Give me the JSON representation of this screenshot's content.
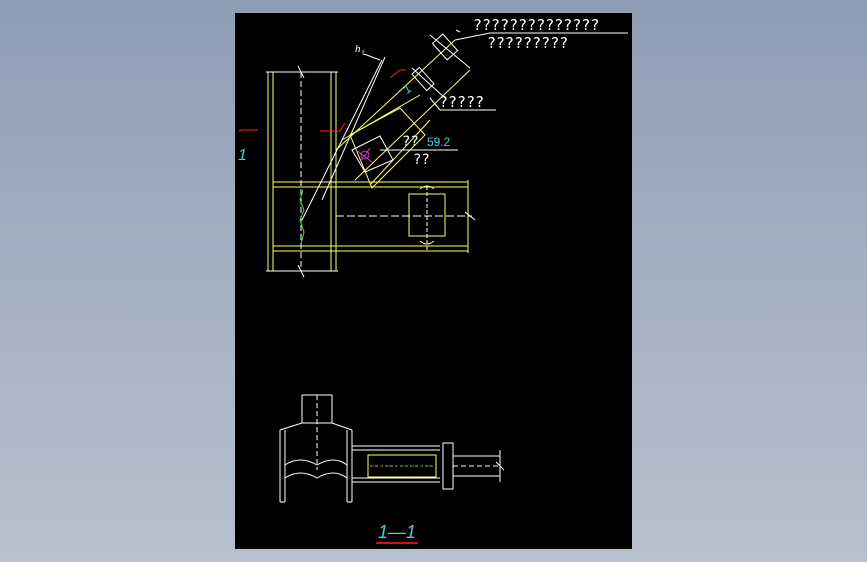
{
  "viewer": {
    "background_gradient": [
      "#8d9db4",
      "#b7c0ce"
    ],
    "sheet_color": "#000000"
  },
  "colors": {
    "yellow": "#ffff66",
    "white": "#ffffff",
    "red": "#ff2020",
    "cyan": "#3fd0e0",
    "magenta": "#d040d0",
    "green": "#40e040"
  },
  "annotations": {
    "top_note_line1": "??????????????",
    "top_note_line2": "?????????",
    "bolt_note": "?????",
    "weld_note_prefix": "??",
    "weld_note_value": "59.2",
    "weld_note_line2": "??",
    "weld_size_label": "h",
    "weld_size_sub": "f",
    "section_mark": "1",
    "section_title": "1—1"
  }
}
